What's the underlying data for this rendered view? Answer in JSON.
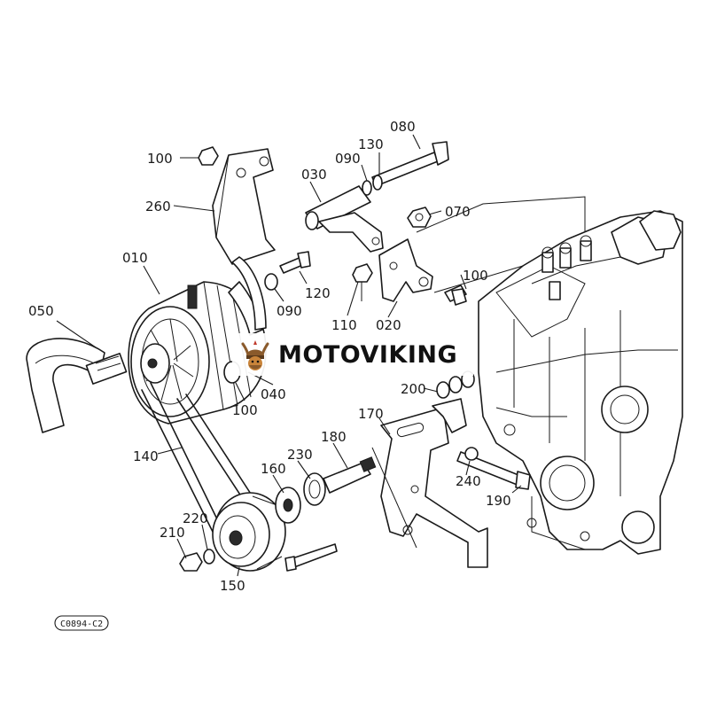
{
  "diagram": {
    "part_labels": [
      {
        "id": "p100a",
        "text": "100"
      },
      {
        "id": "p260",
        "text": "260"
      },
      {
        "id": "p030",
        "text": "030"
      },
      {
        "id": "p090a",
        "text": "090"
      },
      {
        "id": "p130",
        "text": "130"
      },
      {
        "id": "p080",
        "text": "080"
      },
      {
        "id": "p070",
        "text": "070"
      },
      {
        "id": "p010",
        "text": "010"
      },
      {
        "id": "p120",
        "text": "120"
      },
      {
        "id": "p090b",
        "text": "090"
      },
      {
        "id": "p110",
        "text": "110"
      },
      {
        "id": "p020",
        "text": "020"
      },
      {
        "id": "p100b",
        "text": "100"
      },
      {
        "id": "p050",
        "text": "050"
      },
      {
        "id": "p100c",
        "text": "100"
      },
      {
        "id": "p040",
        "text": "040"
      },
      {
        "id": "p200",
        "text": "200"
      },
      {
        "id": "p170",
        "text": "170"
      },
      {
        "id": "p180",
        "text": "180"
      },
      {
        "id": "p140",
        "text": "140"
      },
      {
        "id": "p230",
        "text": "230"
      },
      {
        "id": "p160",
        "text": "160"
      },
      {
        "id": "p240",
        "text": "240"
      },
      {
        "id": "p190",
        "text": "190"
      },
      {
        "id": "p220",
        "text": "220"
      },
      {
        "id": "p210",
        "text": "210"
      },
      {
        "id": "p150",
        "text": "150"
      }
    ],
    "drawing_code": "C0894-C2"
  },
  "watermark": {
    "brand": "MOTOVIKING",
    "logo_icon": "viking-helmet-icon",
    "colors": {
      "text": "#111111",
      "accent": "#c0392b",
      "logo": "#8a5a2b"
    }
  }
}
